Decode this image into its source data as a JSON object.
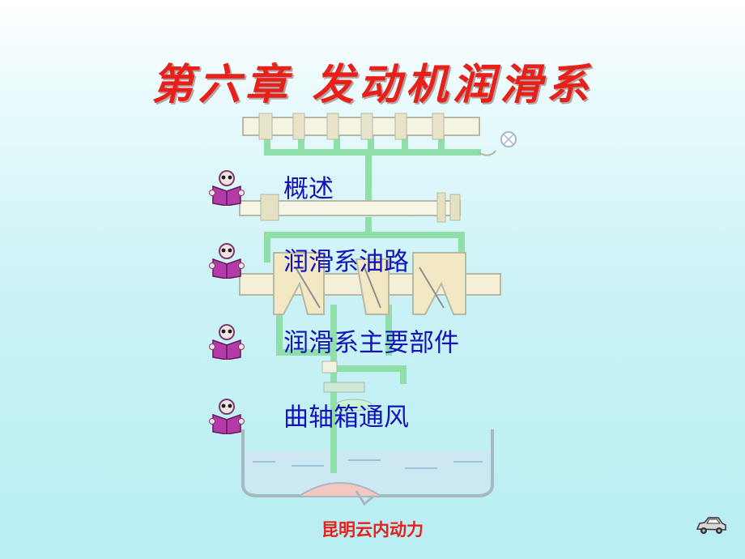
{
  "title": "第六章  发动机润滑系",
  "bullets": [
    {
      "label": "概述"
    },
    {
      "label": "润滑系油路"
    },
    {
      "label": "润滑系主要部件"
    },
    {
      "label": "曲轴箱通风"
    }
  ],
  "footer": "昆明云内动力",
  "icons": {
    "bullet": "book-reader-icon",
    "nav": "car-icon"
  },
  "colors": {
    "title": "#e8201a",
    "bullet_text": "#1313b8",
    "footer": "#e8201a",
    "oil_line": "#8fe0a8"
  }
}
